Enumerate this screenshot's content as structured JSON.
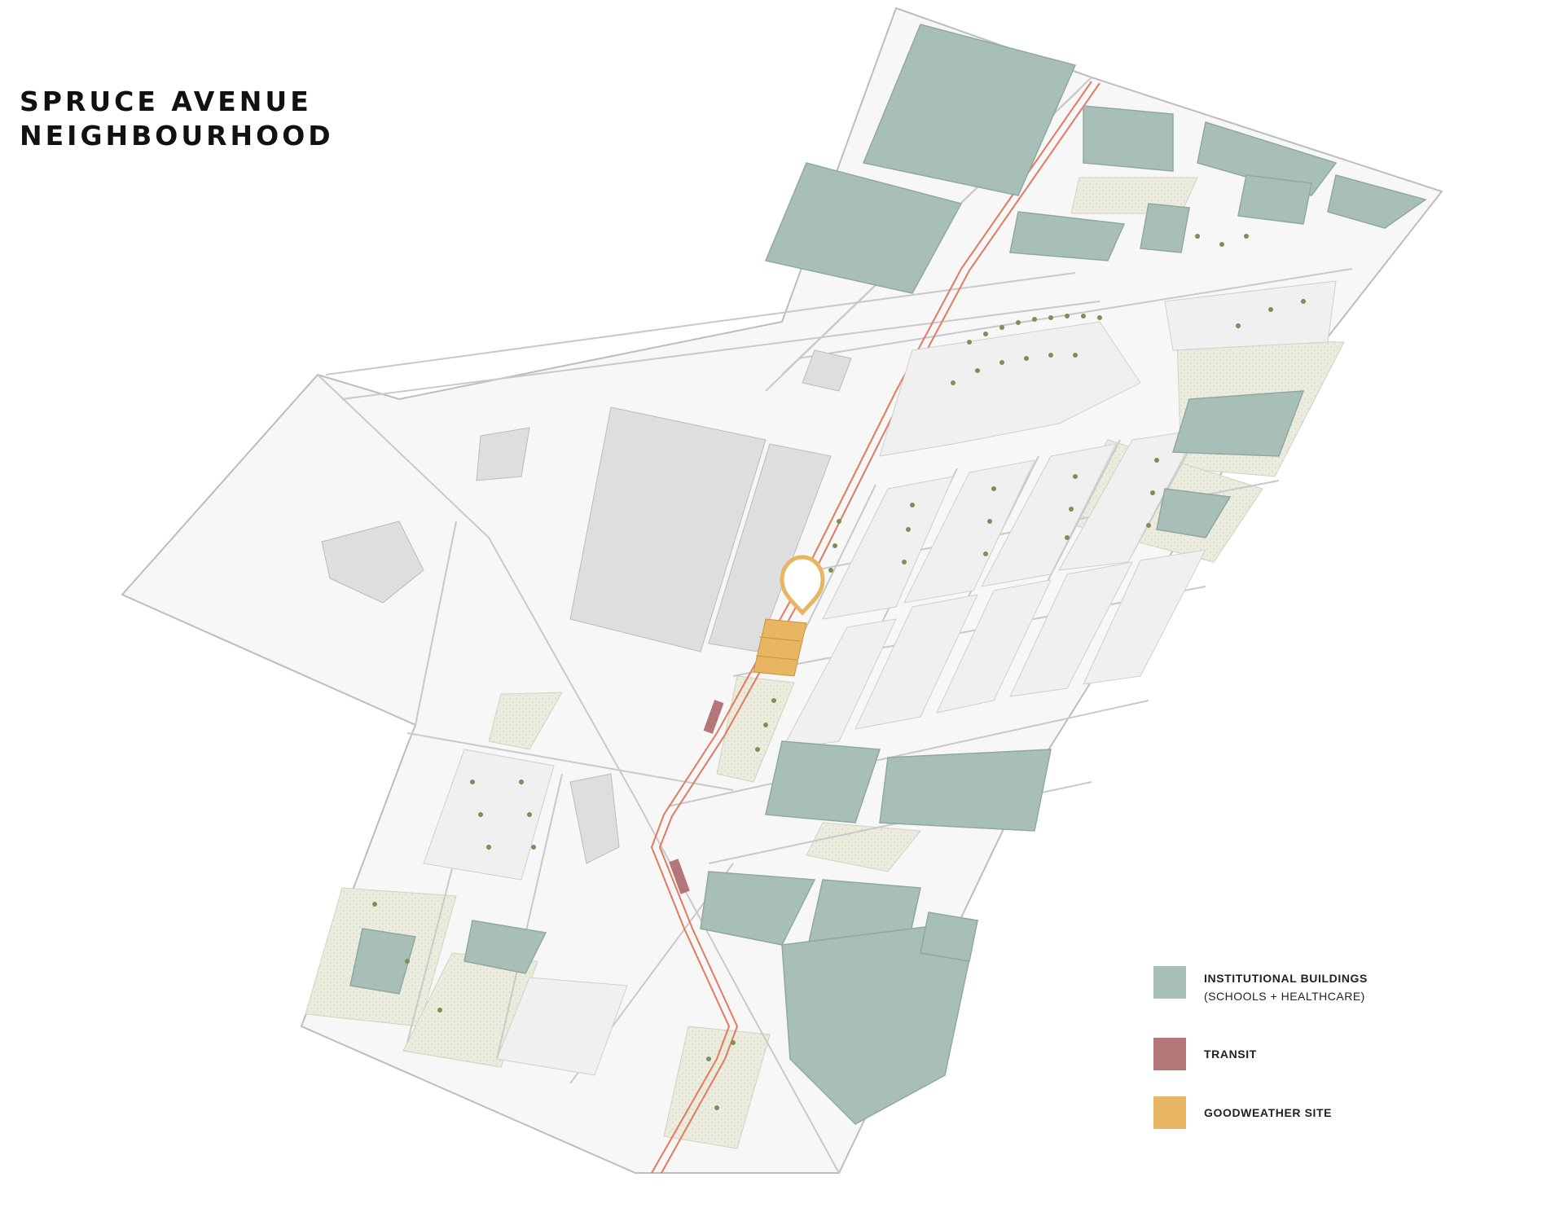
{
  "title": {
    "line1": "SPRUCE AVENUE",
    "line2": "NEIGHBOURHOOD"
  },
  "colors": {
    "institutional": "#a7bfb7",
    "institutional_dark": "#8fa9a0",
    "transit": "#b5767a",
    "site": "#e8b562",
    "greenspace": "#ececde",
    "road_line": "#c9c9c9",
    "roadway_red": "#e27a5f",
    "building_grey": "#dedede",
    "tree": "#7d8f56"
  },
  "legend": [
    {
      "label": "INSTITUTIONAL BUILDINGS",
      "sub": "(SCHOOLS + HEALTHCARE)",
      "color": "#a7bfb7"
    },
    {
      "label": "TRANSIT",
      "sub": "",
      "color": "#b5767a"
    },
    {
      "label": "GOODWEATHER SITE",
      "sub": "",
      "color": "#e8b562"
    }
  ],
  "site_marker": {
    "icon": "location-pin-icon",
    "color": "#e8b562"
  }
}
